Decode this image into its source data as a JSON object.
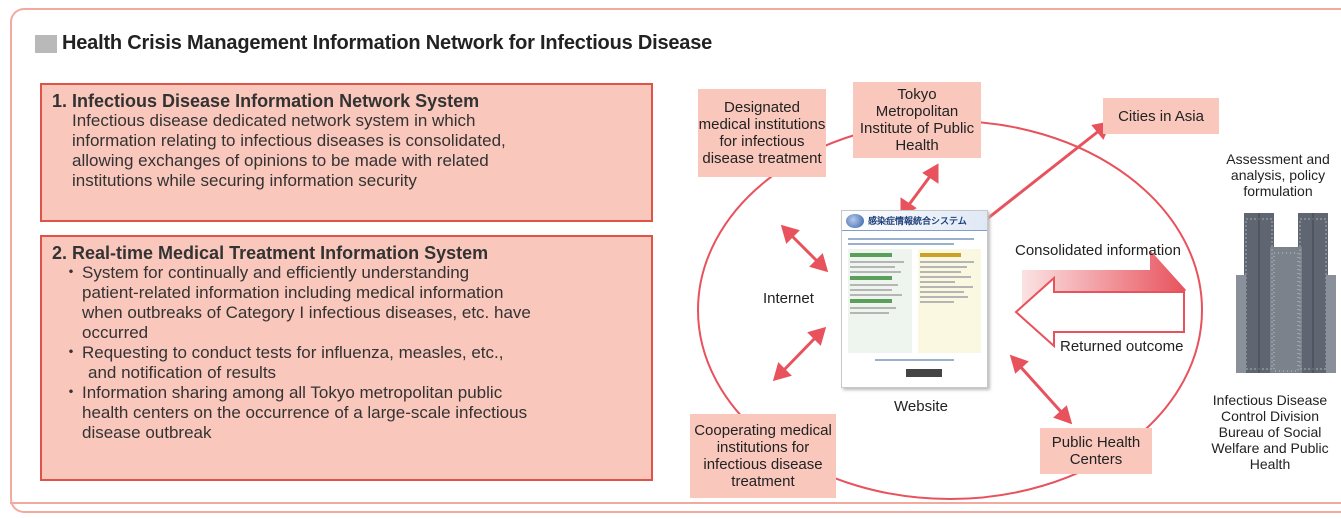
{
  "title": "Health Crisis Management Information Network for Infectious Disease",
  "systems": [
    {
      "heading": "1. Infectious Disease Information Network System",
      "lines": [
        "Infectious disease dedicated network system in which",
        "information relating to infectious diseases is consolidated,",
        "allowing exchanges of opinions to be made with related",
        "institutions while securing information security"
      ]
    },
    {
      "heading": "2. Real-time Medical Treatment Information System",
      "bullets": [
        {
          "mark": "・",
          "lines": [
            "System for continually and efficiently understanding",
            "patient-related information including medical information",
            "when outbreaks of Category I infectious diseases, etc. have",
            "occurred"
          ]
        },
        {
          "mark": "・",
          "lines": [
            "Requesting to conduct tests for influenza, measles, etc.,",
            "and notification of results"
          ]
        },
        {
          "mark": "・",
          "lines": [
            "Information sharing among all Tokyo metropolitan public",
            "health centers on the occurrence of a large-scale infectious",
            "disease outbreak"
          ]
        }
      ]
    }
  ],
  "diagram": {
    "designated": [
      "Designated",
      "medical institutions",
      "for infectious",
      "disease treatment"
    ],
    "tokyo_institute": [
      "Tokyo",
      "Metropolitan",
      "Institute of Public",
      "Health"
    ],
    "cities_asia": "Cities in Asia",
    "cooperating": [
      "Cooperating medical",
      "institutions for",
      "infectious disease",
      "treatment"
    ],
    "public_health": [
      "Public Health",
      "Centers"
    ],
    "internet": "Internet",
    "website": "Website",
    "website_title": "感染症情報統合システム",
    "consolidated": "Consolidated information",
    "returned": "Returned outcome",
    "assessment": [
      "Assessment and",
      "analysis, policy",
      "formulation"
    ],
    "division": [
      "Infectious Disease",
      "Control Division",
      "Bureau of Social",
      "Welfare and Public",
      "Health"
    ]
  },
  "colors": {
    "box_fill": "#f9c7bb",
    "box_border": "#de5449",
    "arrow": "#e8525c",
    "ellipse": "#e8525c"
  }
}
